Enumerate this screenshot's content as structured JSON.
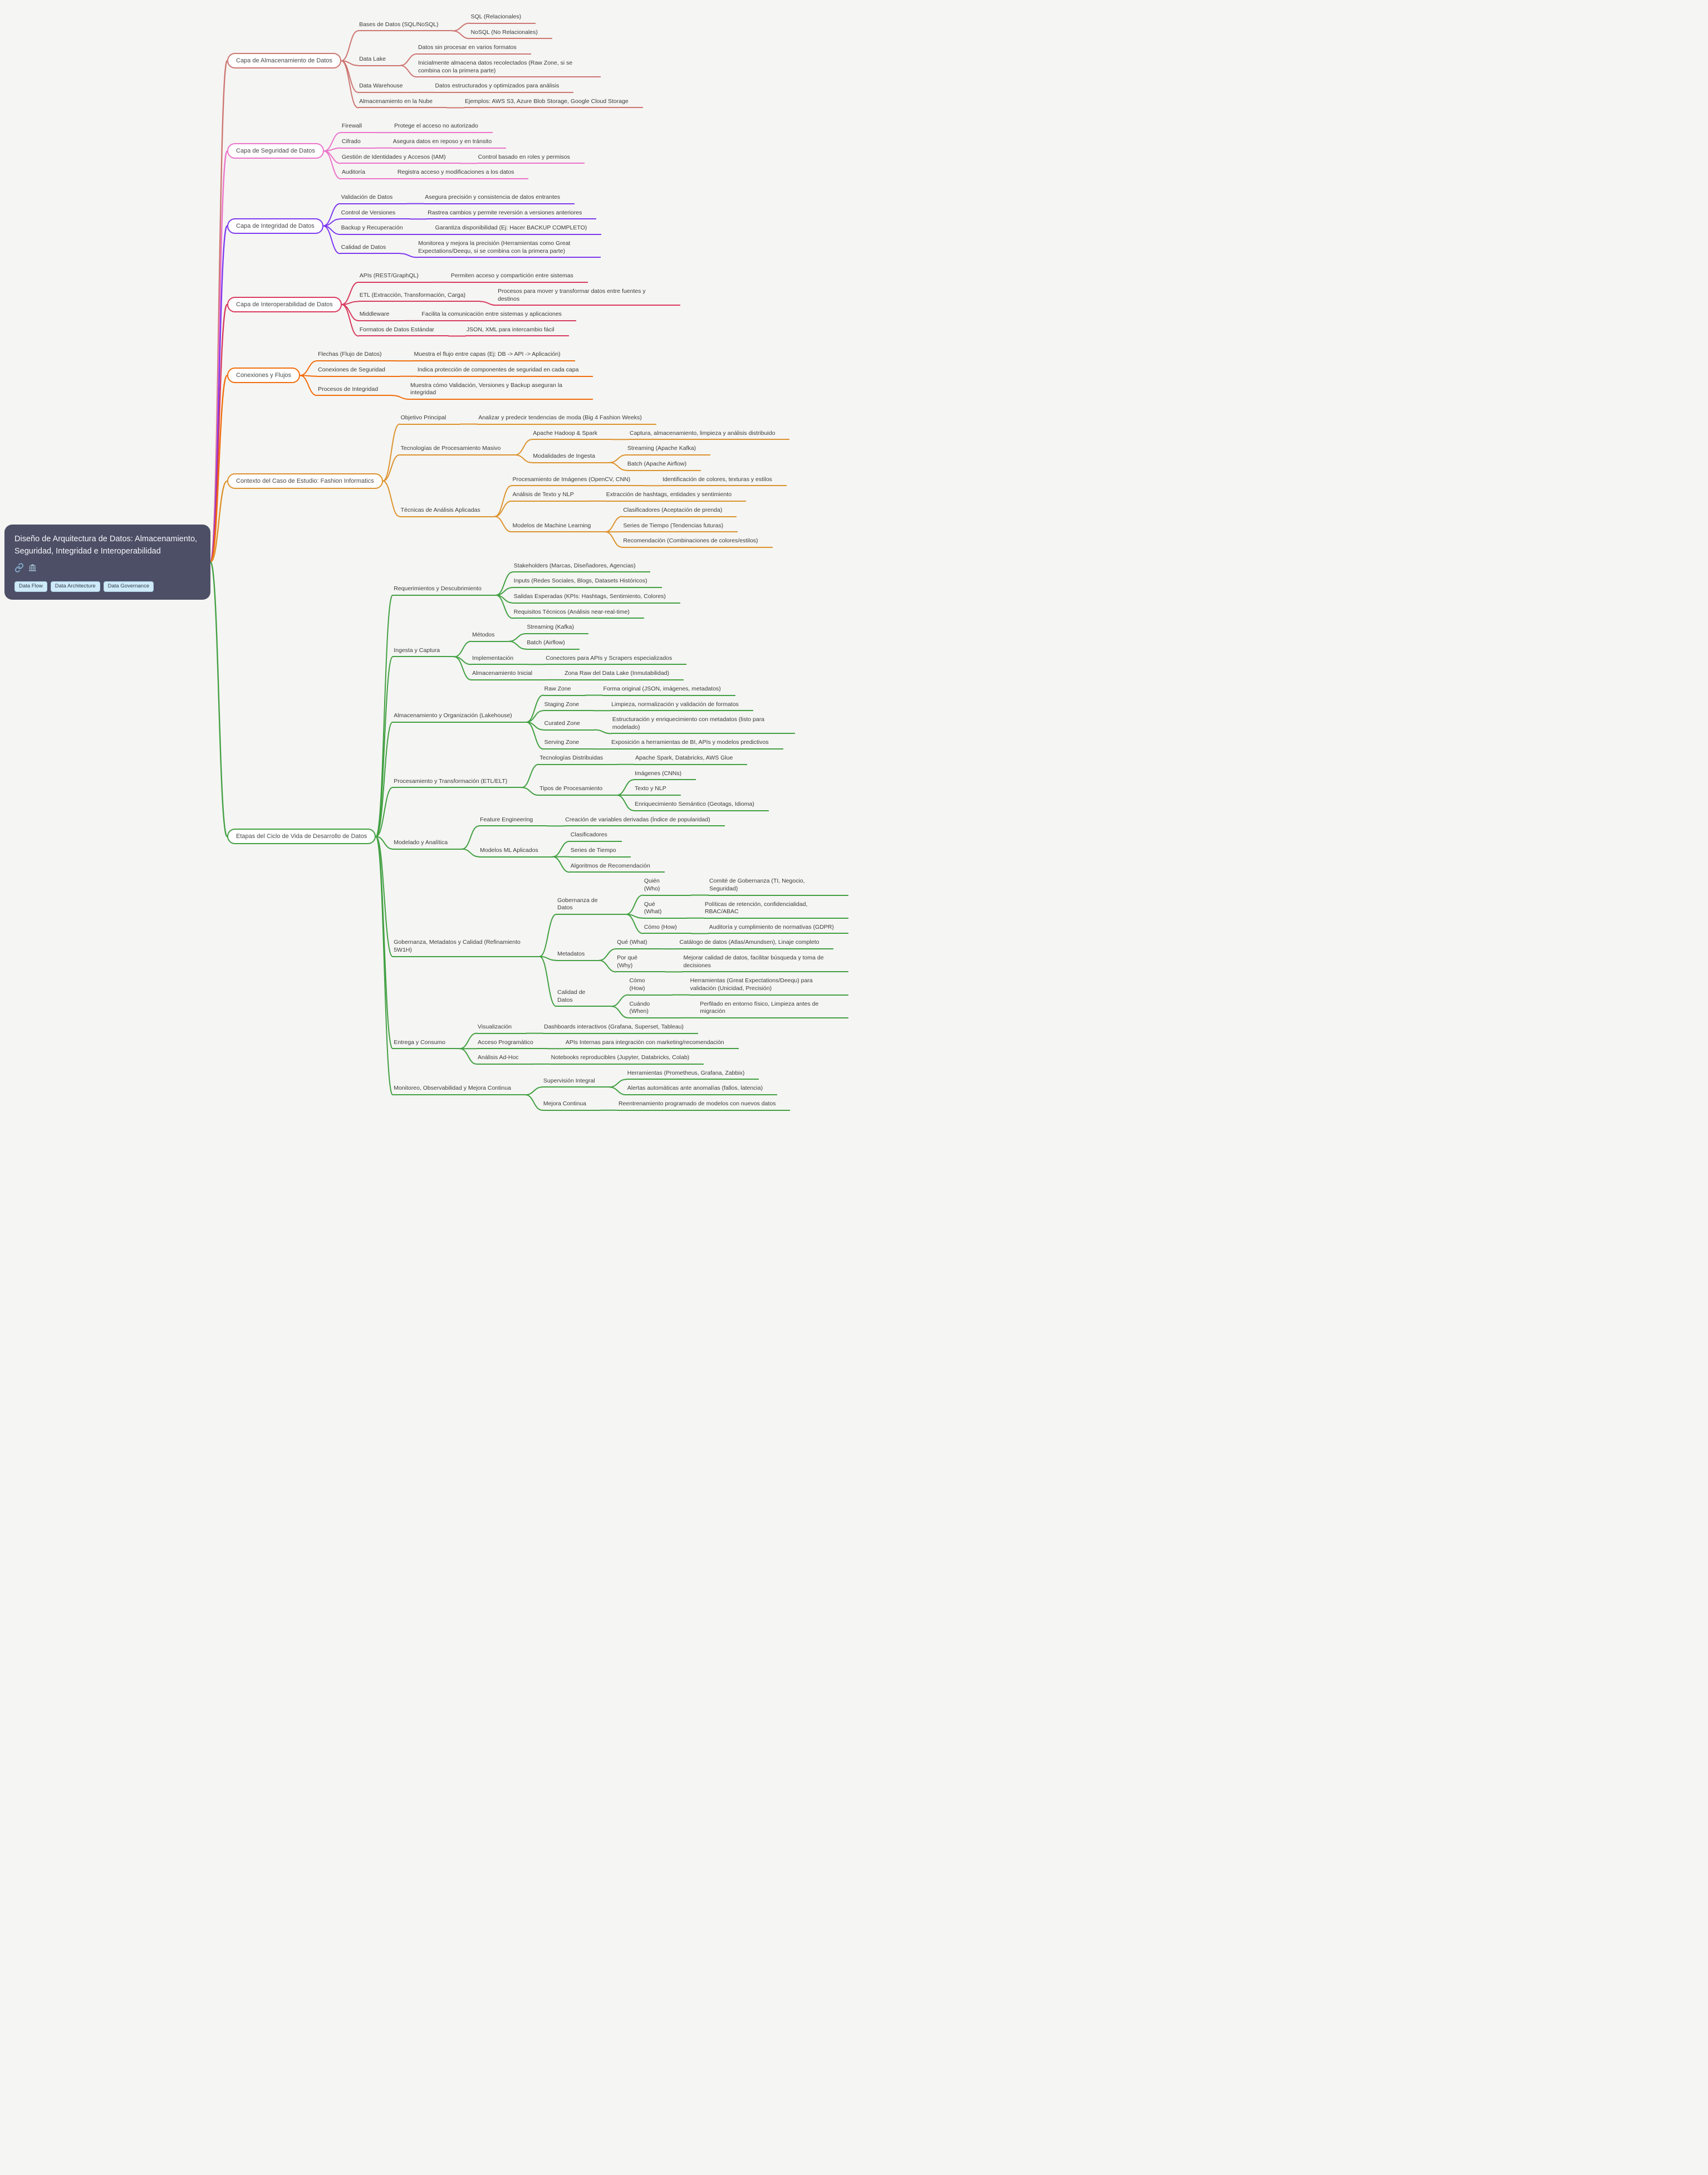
{
  "page": {
    "background": "#f5f5f3"
  },
  "root": {
    "title": "Diseño de Arquitectura de Datos: Almacenamiento, Seguridad, Integridad e Interoperabilidad",
    "bg": "#4d4f66",
    "text_color": "#f5f6fa",
    "icons": [
      "link-icon",
      "bank-icon"
    ],
    "icon_color": "#8ab6d6",
    "tags": [
      "Data Flow",
      "Data Architecture",
      "Data Governance"
    ],
    "tag_bg": "#cfeaf8"
  },
  "branches": [
    {
      "label": "Capa de Almacenamiento de Datos",
      "color": "#cd7672",
      "children": [
        {
          "label": "Bases de Datos (SQL/NoSQL)",
          "children": [
            {
              "label": "SQL (Relacionales)"
            },
            {
              "label": "NoSQL (No Relacionales)"
            }
          ]
        },
        {
          "label": "Data Lake",
          "children": [
            {
              "label": "Datos sin procesar en varios formatos"
            },
            {
              "label": "Inicialmente almacena datos recolectados (Raw Zone, si se combina con la primera parte)"
            }
          ]
        },
        {
          "label": "Data Warehouse",
          "children": [
            {
              "label": "Datos estructurados y optimizados para análisis"
            }
          ]
        },
        {
          "label": "Almacenamiento en la Nube",
          "children": [
            {
              "label": "Ejemplos: AWS S3, Azure Blob Storage, Google Cloud Storage"
            }
          ]
        }
      ]
    },
    {
      "label": "Capa de Seguridad de Datos",
      "color": "#ec74ca",
      "children": [
        {
          "label": "Firewall",
          "children": [
            {
              "label": "Protege el acceso no autorizado"
            }
          ]
        },
        {
          "label": "Cifrado",
          "children": [
            {
              "label": "Asegura datos en reposo y en tránsito"
            }
          ]
        },
        {
          "label": "Gestión de Identidades y Accesos (IAM)",
          "children": [
            {
              "label": "Control basado en roles y permisos"
            }
          ]
        },
        {
          "label": "Auditoría",
          "children": [
            {
              "label": "Registra acceso y modificaciones a los datos"
            }
          ]
        }
      ]
    },
    {
      "label": "Capa de Integridad de Datos",
      "color": "#7d39f0",
      "children": [
        {
          "label": "Validación de Datos",
          "children": [
            {
              "label": "Asegura precisión y consistencia de datos entrantes"
            }
          ]
        },
        {
          "label": "Control de Versiones",
          "children": [
            {
              "label": "Rastrea cambios y permite reversión a versiones anteriores"
            }
          ]
        },
        {
          "label": "Backup y Recuperación",
          "children": [
            {
              "label": "Garantiza disponibilidad (Ej: Hacer BACKUP COMPLETO)"
            }
          ]
        },
        {
          "label": "Calidad de Datos",
          "children": [
            {
              "label": "Monitorea y mejora la precisión (Herramientas como Great Expectations/Deequ, si se combina con la primera parte)"
            }
          ]
        }
      ]
    },
    {
      "label": "Capa de Interoperabilidad de Datos",
      "color": "#d93a5e",
      "children": [
        {
          "label": "APIs (REST/GraphQL)",
          "children": [
            {
              "label": "Permiten acceso y compartición entre sistemas"
            }
          ]
        },
        {
          "label": "ETL (Extracción, Transformación, Carga)",
          "children": [
            {
              "label": "Procesos para mover y transformar datos entre fuentes y destinos"
            }
          ]
        },
        {
          "label": "Middleware",
          "children": [
            {
              "label": "Facilita la comunicación entre sistemas y aplicaciones"
            }
          ]
        },
        {
          "label": "Formatos de Datos Estándar",
          "children": [
            {
              "label": "JSON, XML para intercambio fácil"
            }
          ]
        }
      ]
    },
    {
      "label": "Conexiones y Flujos",
      "color": "#f26d0c",
      "children": [
        {
          "label": "Flechas (Flujo de Datos)",
          "children": [
            {
              "label": "Muestra el flujo entre capas (Ej: DB -> API -> Aplicación)"
            }
          ]
        },
        {
          "label": "Conexiones de Seguridad",
          "children": [
            {
              "label": "Indica protección de componentes de seguridad en cada capa"
            }
          ]
        },
        {
          "label": "Procesos de Integridad",
          "children": [
            {
              "label": "Muestra cómo Validación, Versiones y Backup aseguran la integridad"
            }
          ]
        }
      ]
    },
    {
      "label": "Contexto del Caso de Estudio: Fashion Informatics",
      "color": "#dd932e",
      "children": [
        {
          "label": "Objetivo Principal",
          "children": [
            {
              "label": "Analizar y predecir tendencias de moda (Big 4 Fashion Weeks)"
            }
          ]
        },
        {
          "label": "Tecnologías de Procesamiento Masivo",
          "children": [
            {
              "label": "Apache Hadoop & Spark",
              "children": [
                {
                  "label": "Captura, almacenamiento, limpieza y análisis distribuido"
                }
              ]
            },
            {
              "label": "Modalidades de Ingesta",
              "children": [
                {
                  "label": "Streaming (Apache Kafka)"
                },
                {
                  "label": "Batch (Apache Airflow)"
                }
              ]
            }
          ]
        },
        {
          "label": "Técnicas de Análisis Aplicadas",
          "children": [
            {
              "label": "Procesamiento de Imágenes (OpenCV, CNN)",
              "children": [
                {
                  "label": "Identificación de colores, texturas y estilos"
                }
              ]
            },
            {
              "label": "Análisis de Texto y NLP",
              "children": [
                {
                  "label": "Extracción de hashtags, entidades y sentimiento"
                }
              ]
            },
            {
              "label": "Modelos de Machine Learning",
              "children": [
                {
                  "label": "Clasificadores (Aceptación de prenda)"
                },
                {
                  "label": "Series de Tiempo (Tendencias futuras)"
                },
                {
                  "label": "Recomendación (Combinaciones de colores/estilos)"
                }
              ]
            }
          ]
        }
      ]
    },
    {
      "label": "Etapas del Ciclo de Vida de Desarrollo de Datos",
      "color": "#42a042",
      "children": [
        {
          "label": "Requerimientos y Descubrimiento",
          "children": [
            {
              "label": "Stakeholders (Marcas, Diseñadores, Agencias)"
            },
            {
              "label": "Inputs (Redes Sociales, Blogs, Datasets Históricos)"
            },
            {
              "label": "Salidas Esperadas (KPIs: Hashtags, Sentimiento, Colores)"
            },
            {
              "label": "Requisitos Técnicos (Análisis near-real-time)"
            }
          ]
        },
        {
          "label": "Ingesta y Captura",
          "children": [
            {
              "label": "Métodos",
              "children": [
                {
                  "label": "Streaming (Kafka)"
                },
                {
                  "label": "Batch (Airflow)"
                }
              ]
            },
            {
              "label": "Implementación",
              "children": [
                {
                  "label": "Conectores para APIs y Scrapers especializados"
                }
              ]
            },
            {
              "label": "Almacenamiento Inicial",
              "children": [
                {
                  "label": "Zona Raw del Data Lake (Inmutabilidad)"
                }
              ]
            }
          ]
        },
        {
          "label": "Almacenamiento y Organización (Lakehouse)",
          "children": [
            {
              "label": "Raw Zone",
              "children": [
                {
                  "label": "Forma original (JSON, imágenes, metadatos)"
                }
              ]
            },
            {
              "label": "Staging Zone",
              "children": [
                {
                  "label": "Limpieza, normalización y validación de formatos"
                }
              ]
            },
            {
              "label": "Curated Zone",
              "children": [
                {
                  "label": "Estructuración y enriquecimiento con metadatos (listo para modelado)"
                }
              ]
            },
            {
              "label": "Serving Zone",
              "children": [
                {
                  "label": "Exposición a herramientas de BI, APIs y modelos predictivos"
                }
              ]
            }
          ]
        },
        {
          "label": "Procesamiento y Transformación (ETL/ELT)",
          "children": [
            {
              "label": "Tecnologías Distribuidas",
              "children": [
                {
                  "label": "Apache Spark, Databricks, AWS Glue"
                }
              ]
            },
            {
              "label": "Tipos de Procesamiento",
              "children": [
                {
                  "label": "Imágenes (CNNs)"
                },
                {
                  "label": "Texto y NLP"
                },
                {
                  "label": "Enriquecimiento Semántico (Geotags, Idioma)"
                }
              ]
            }
          ]
        },
        {
          "label": "Modelado y Analítica",
          "children": [
            {
              "label": "Feature Engineering",
              "children": [
                {
                  "label": "Creación de variables derivadas (Índice de popularidad)"
                }
              ]
            },
            {
              "label": "Modelos ML Aplicados",
              "children": [
                {
                  "label": "Clasificadores"
                },
                {
                  "label": "Series de Tiempo"
                },
                {
                  "label": "Algoritmos de Recomendación"
                }
              ]
            }
          ]
        },
        {
          "label": "Gobernanza, Metadatos y Calidad (Refinamiento 5W1H)",
          "children": [
            {
              "label": "Gobernanza de Datos",
              "children": [
                {
                  "label": "Quién (Who)",
                  "children": [
                    {
                      "label": "Comité de Gobernanza (TI, Negocio, Seguridad)"
                    }
                  ]
                },
                {
                  "label": "Qué (What)",
                  "children": [
                    {
                      "label": "Políticas de retención, confidencialidad, RBAC/ABAC"
                    }
                  ]
                },
                {
                  "label": "Cómo (How)",
                  "children": [
                    {
                      "label": "Auditoría y cumplimiento de normativas (GDPR)"
                    }
                  ]
                }
              ]
            },
            {
              "label": "Metadatos",
              "children": [
                {
                  "label": "Qué (What)",
                  "children": [
                    {
                      "label": "Catálogo de datos (Atlas/Amundsen), Linaje completo"
                    }
                  ]
                },
                {
                  "label": "Por qué (Why)",
                  "children": [
                    {
                      "label": "Mejorar calidad de datos, facilitar búsqueda y toma de decisiones"
                    }
                  ]
                }
              ]
            },
            {
              "label": "Calidad de Datos",
              "children": [
                {
                  "label": "Cómo (How)",
                  "children": [
                    {
                      "label": "Herramientas (Great Expectations/Deequ) para validación (Unicidad, Precisión)"
                    }
                  ]
                },
                {
                  "label": "Cuándo (When)",
                  "children": [
                    {
                      "label": "Perfilado en entorno físico, Limpieza antes de migración"
                    }
                  ]
                }
              ]
            }
          ]
        },
        {
          "label": "Entrega y Consumo",
          "children": [
            {
              "label": "Visualización",
              "children": [
                {
                  "label": "Dashboards interactivos (Grafana, Superset, Tableau)"
                }
              ]
            },
            {
              "label": "Acceso Programático",
              "children": [
                {
                  "label": "APIs Internas para integración con marketing/recomendación"
                }
              ]
            },
            {
              "label": "Análisis Ad-Hoc",
              "children": [
                {
                  "label": "Notebooks reproducibles (Jupyter, Databricks, Colab)"
                }
              ]
            }
          ]
        },
        {
          "label": "Monitoreo, Observabilidad y Mejora Continua",
          "children": [
            {
              "label": "Supervisión Integral",
              "children": [
                {
                  "label": "Herramientas (Prometheus, Grafana, Zabbix)"
                },
                {
                  "label": "Alertas automáticas ante anomalías (fallos, latencia)"
                }
              ]
            },
            {
              "label": "Mejora Continua",
              "children": [
                {
                  "label": "Reentrenamiento programado de modelos con nuevos datos"
                }
              ]
            }
          ]
        }
      ]
    }
  ]
}
